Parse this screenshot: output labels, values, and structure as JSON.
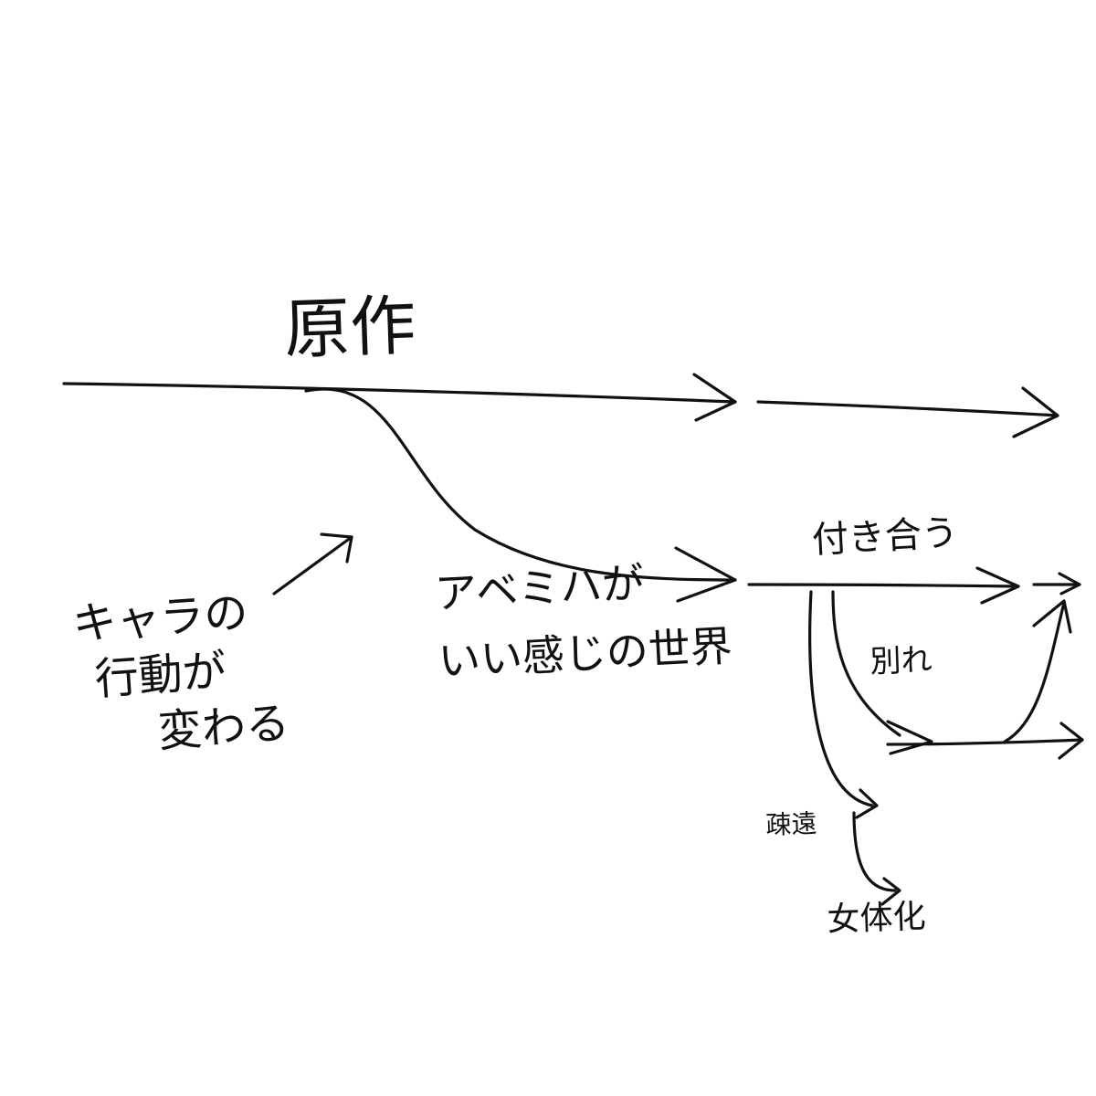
{
  "diagram": {
    "labels": {
      "gensaku": "原作",
      "tsukiau": "付き合う",
      "wakare": "別れ",
      "sokaku": "疎遠",
      "nyotaika": "女体化",
      "abemiha": [
        "アベミハが",
        "いい感じの世界"
      ],
      "chara": [
        "キャラの",
        "行動が",
        "変わる"
      ]
    }
  }
}
